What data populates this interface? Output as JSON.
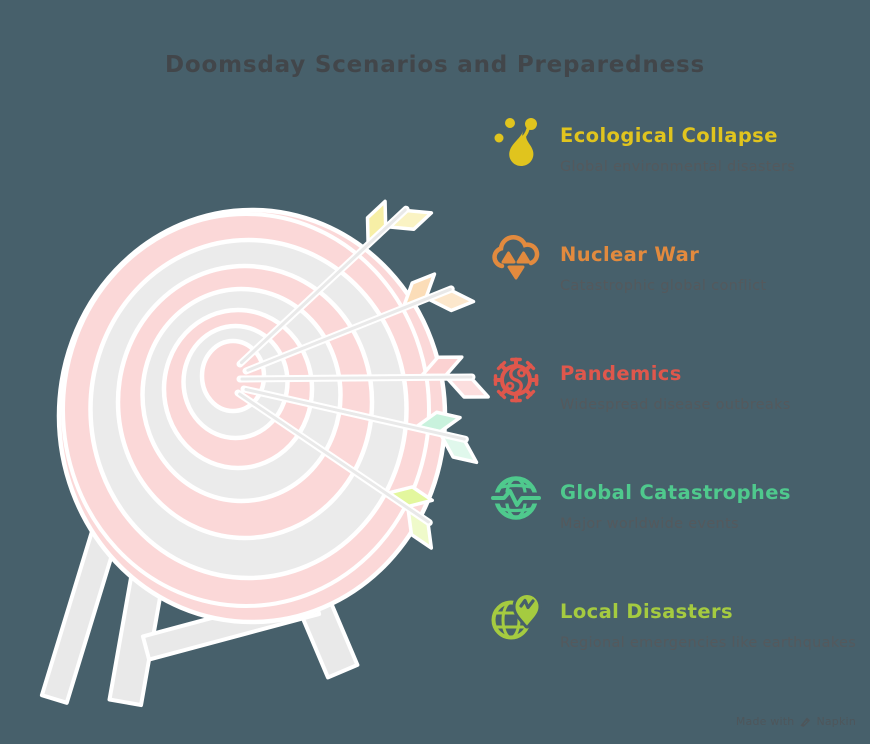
{
  "title": "Doomsday Scenarios and Preparedness",
  "colors": {
    "background": "#47606B",
    "title_text": "#42464A",
    "description_text": "#54595D",
    "target_pink": "#FBD8D8",
    "target_gray": "#EBEBEB",
    "stand_gray": "#E9E9E9",
    "arrow_shaft": "#E9E9E9"
  },
  "illustration": {
    "name": "archery-target-with-five-arrows"
  },
  "scenarios": [
    {
      "title": "Ecological Collapse",
      "description": "Global environmental disasters",
      "color": "#E0C41E",
      "icon": "fire-icon",
      "fletch": [
        "#F7EFA6",
        "#FAF3C4"
      ]
    },
    {
      "title": "Nuclear War",
      "description": "Catastrophic global conflict",
      "color": "#E28A3E",
      "icon": "nuclear-cloud-icon",
      "fletch": [
        "#FBDDB8",
        "#FCE7CC"
      ]
    },
    {
      "title": "Pandemics",
      "description": "Widespread disease outbreaks",
      "color": "#DF574C",
      "icon": "virus-icon",
      "fletch": [
        "#FBD2D2",
        "#FCDEDE"
      ]
    },
    {
      "title": "Global Catastrophes",
      "description": "Major worldwide events",
      "color": "#4FC98D",
      "icon": "globe-pulse-icon",
      "fletch": [
        "#C9F2DD",
        "#E0F8EC"
      ]
    },
    {
      "title": "Local Disasters",
      "description": "Regional emergencies like earthquakes",
      "color": "#A5CB40",
      "icon": "globe-pin-icon",
      "fletch": [
        "#E3F79E",
        "#EFFACA"
      ]
    }
  ],
  "footer": {
    "made_with": "Made with",
    "brand": "Napkin",
    "logo_icon": "napkin-pen-icon"
  }
}
